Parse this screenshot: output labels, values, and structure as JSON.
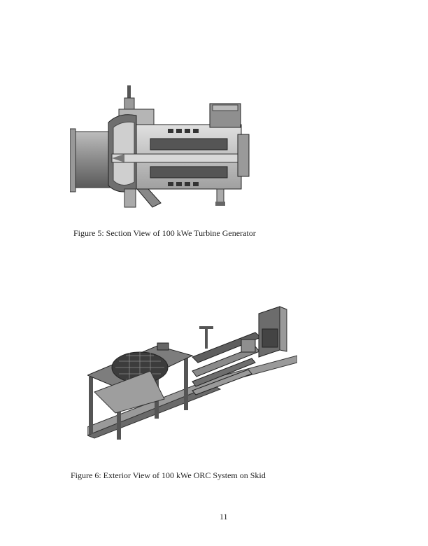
{
  "page": {
    "figures": [
      {
        "id": "figure-5",
        "caption": "Figure 5: Section View of 100 kWe Turbine Generator",
        "image_description": "cross-section drawing of turbine generator"
      },
      {
        "id": "figure-6",
        "caption": "Figure 6:  Exterior View of 100 kWe ORC System on Skid",
        "image_description": "isometric drawing of ORC system mounted on skid frame"
      }
    ],
    "page_number": "11"
  }
}
